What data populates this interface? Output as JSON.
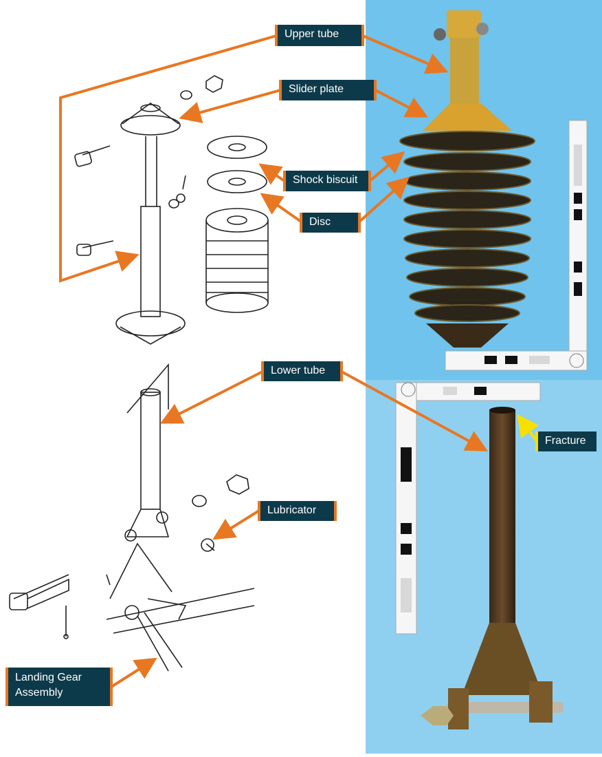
{
  "labels": {
    "upper_tube": "Upper tube",
    "slider_plate": "Slider plate",
    "shock_biscuit": "Shock biscuit",
    "disc": "Disc",
    "lower_tube": "Lower tube",
    "lubricator": "Lubricator",
    "fracture": "Fracture",
    "landing_gear_assembly": "Landing Gear Assembly"
  },
  "colors": {
    "label_bg": "#0d3a4a",
    "leader": "#e87722",
    "fracture_leader": "#f7e000",
    "photo_bg": "#8fd0f0"
  }
}
